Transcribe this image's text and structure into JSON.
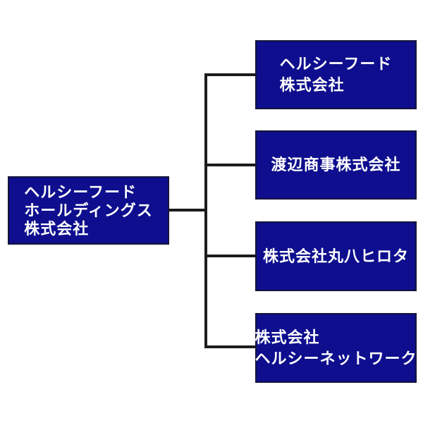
{
  "org_chart": {
    "type": "organization-chart",
    "root": {
      "name_lines": [
        "ヘルシーフード",
        "ホールディングス",
        "株式会社"
      ]
    },
    "subsidiaries": [
      {
        "name_lines": [
          "ヘルシーフード",
          "株式会社"
        ]
      },
      {
        "name_lines": [
          "渡辺商事株式会社"
        ]
      },
      {
        "name_lines": [
          "株式会社丸八ヒロタ"
        ]
      },
      {
        "name_lines": [
          "株式会社",
          "ヘルシーネットワーク"
        ]
      }
    ],
    "colors": {
      "background": "#ffffff",
      "box_fill": "#0e0e8e",
      "box_border": "#14143a",
      "text": "#ffffff",
      "connector": "#1c1c1c"
    }
  }
}
